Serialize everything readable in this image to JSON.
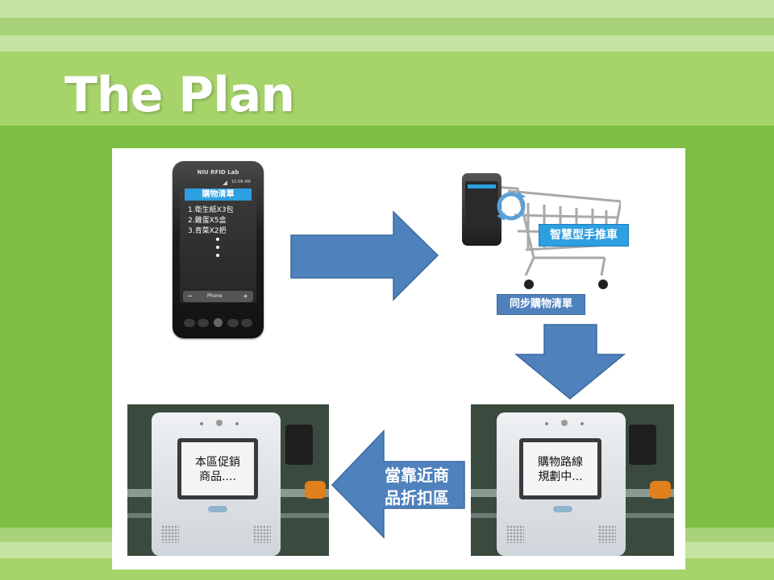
{
  "slide": {
    "title": "The Plan"
  },
  "phone": {
    "brand": "NIU RFID Lab",
    "status_time": "10:08 AM",
    "list_title": "購物清單",
    "items": [
      "1.衛生紙X3包",
      "2.雞蛋X5盒",
      "3.青菜X2把"
    ],
    "phone_key_label": "Phone"
  },
  "cart": {
    "label": "智慧型手推車",
    "sync_label": "同步購物清單"
  },
  "device_right": {
    "screen_lines": [
      "購物路線",
      "規劃中..."
    ]
  },
  "device_left": {
    "screen_lines": [
      "本區促銷",
      "商品...."
    ]
  },
  "arrow_left": {
    "lines": [
      "當靠近商",
      "品折扣區"
    ]
  },
  "colors": {
    "arrow_fill": "#4f81bd",
    "arrow_stroke": "#3a6a9e",
    "label_fill": "#2e9fe0",
    "background": "#7dbf44"
  }
}
